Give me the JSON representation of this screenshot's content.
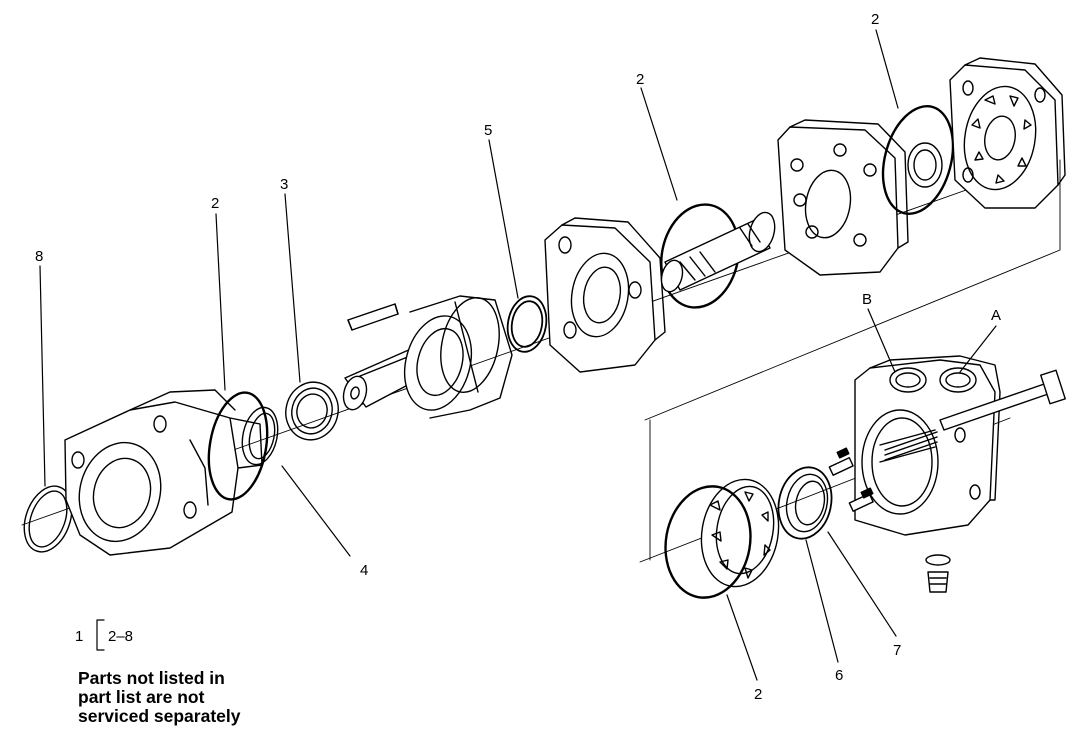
{
  "callouts": {
    "c8": "8",
    "c2_left": "2",
    "c3": "3",
    "c4": "4",
    "c5": "5",
    "c2_mid": "2",
    "c2_top": "2",
    "cB": "B",
    "cA": "A",
    "c2_bottom": "2",
    "c6": "6",
    "c7": "7"
  },
  "kit": {
    "number": "1",
    "range": "2–8"
  },
  "note": {
    "line1": "Parts not listed in",
    "line2": "part list are not",
    "line3": "serviced separately"
  }
}
